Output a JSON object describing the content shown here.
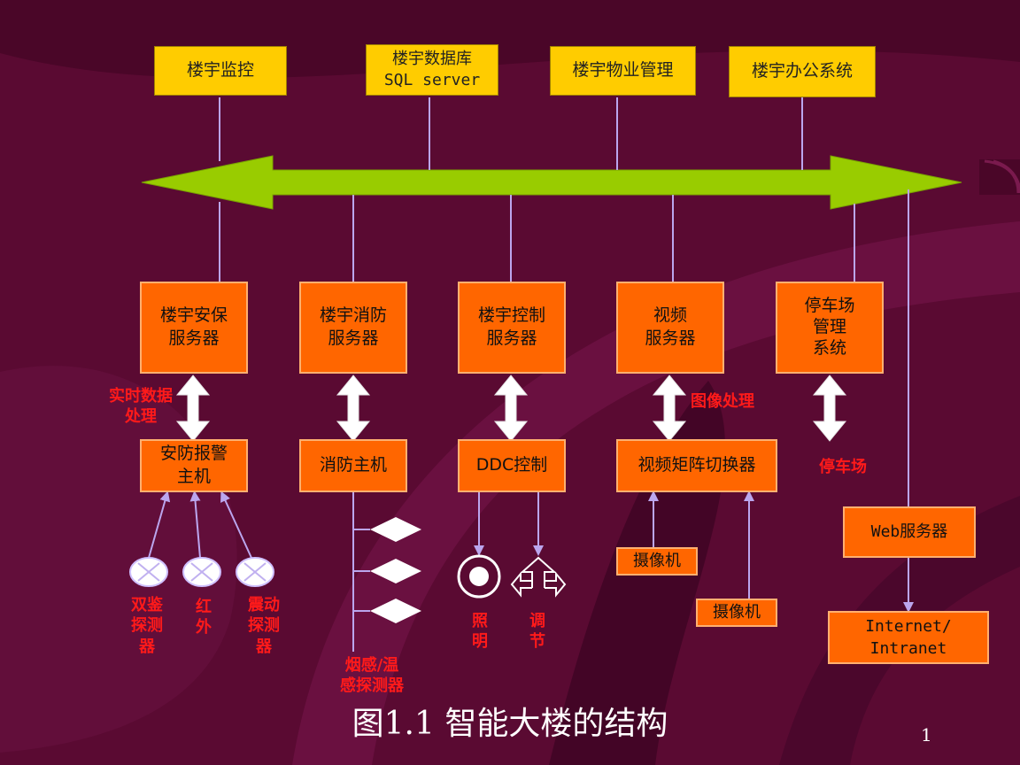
{
  "colors": {
    "background": "#5a0a32",
    "top_boxes": "#ffcc00",
    "nodes": "#ff6600",
    "bus": "#99cc00",
    "connectors": "#bba6ee",
    "labels": "#ff1a1a",
    "caption": "#ffffff"
  },
  "top_systems": [
    {
      "label": "楼宇监控"
    },
    {
      "label": "楼宇数据库\nSQL server"
    },
    {
      "label": "楼宇物业管理"
    },
    {
      "label": "楼宇办公系统"
    }
  ],
  "servers": [
    {
      "label": "楼宇安保\n服务器"
    },
    {
      "label": "楼宇消防\n服务器"
    },
    {
      "label": "楼宇控制\n服务器"
    },
    {
      "label": "视频\n服务器"
    },
    {
      "label": "停车场\n管理\n系统"
    }
  ],
  "controllers": [
    {
      "label": "安防报警\n主机"
    },
    {
      "label": "消防主机"
    },
    {
      "label": "DDC控制"
    },
    {
      "label": "视频矩阵切换器"
    }
  ],
  "cameras": [
    {
      "label": "摄像机"
    },
    {
      "label": "摄像机"
    }
  ],
  "web_server": {
    "label": "Web服务器"
  },
  "internet": {
    "label": "Internet/\nIntranet"
  },
  "annotations": {
    "realtime": "实时数据\n处理",
    "image_processing": "图像处理",
    "parking": "停车场",
    "dual_detector": "双鉴\n探测\n器",
    "infrared": "红\n外",
    "vibration": "震动\n探测\n器",
    "smoke_temp": "烟感/温\n感探测器",
    "lighting": "照\n明",
    "regulate": "调\n节"
  },
  "caption": "图1.1 智能大楼的结构",
  "page_number": "1"
}
